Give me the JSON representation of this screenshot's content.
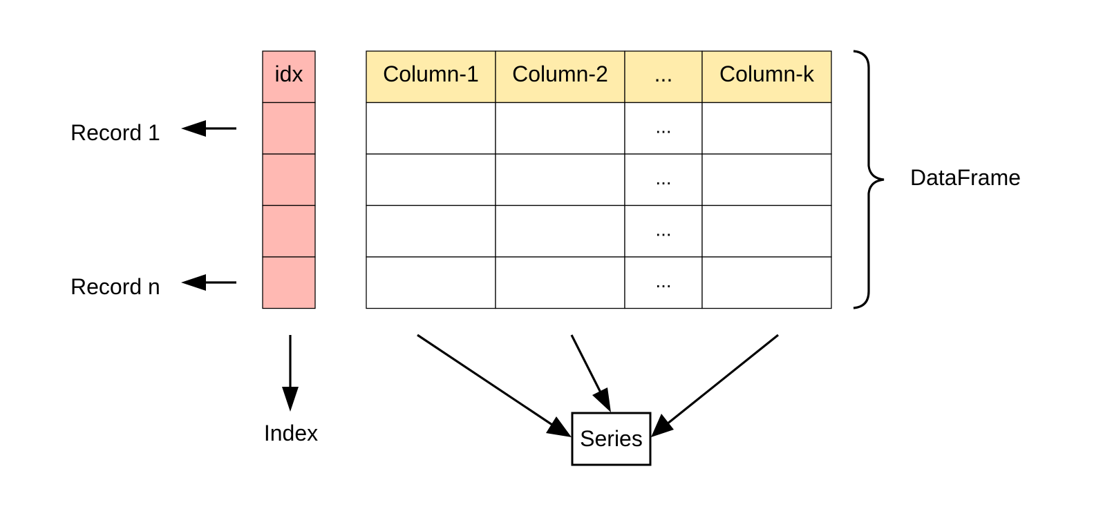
{
  "diagram": {
    "colors": {
      "index_fill": "#FFB9B3",
      "header_fill": "#FFECAB",
      "cell_fill": "#FFFFFF",
      "line": "#000000"
    },
    "index": {
      "header": "idx",
      "label": "Index"
    },
    "records": {
      "first": "Record 1",
      "last": "Record n"
    },
    "columns": [
      "Column-1",
      "Column-2",
      "...",
      "Column-k"
    ],
    "rows": [
      [
        "",
        "",
        "...",
        ""
      ],
      [
        "",
        "",
        "...",
        ""
      ],
      [
        "",
        "",
        "...",
        ""
      ],
      [
        "",
        "",
        "...",
        ""
      ]
    ],
    "dataframe_label": "DataFrame",
    "series_label": "Series"
  }
}
